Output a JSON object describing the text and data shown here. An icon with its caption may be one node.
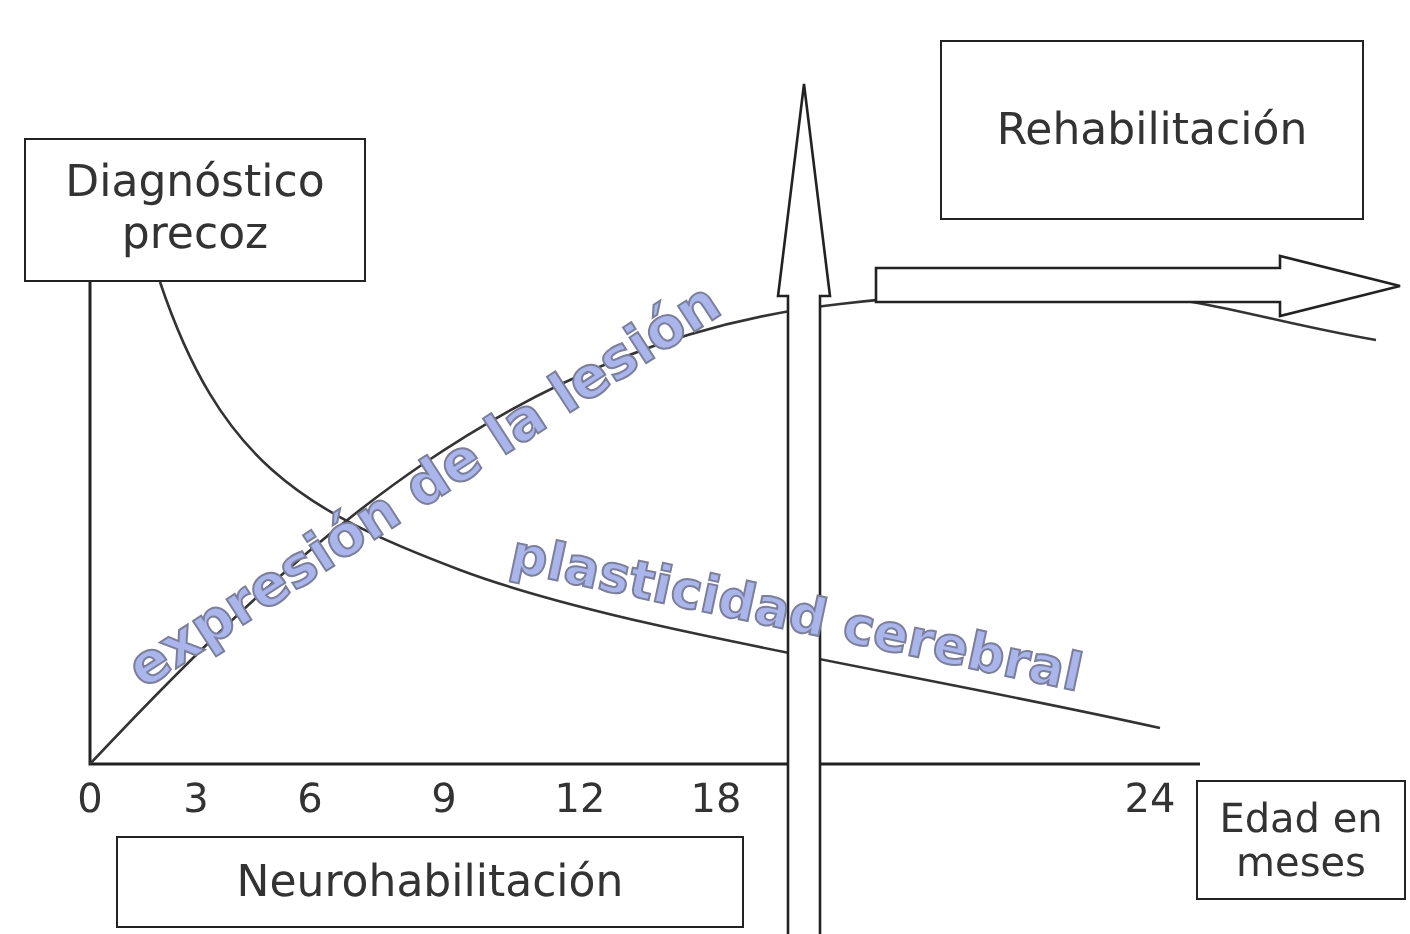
{
  "diagram": {
    "nodes": [
      {
        "text": [
          "Diagnóstico precoz"
        ]
      },
      {
        "text": [
          "Rehabilitación"
        ]
      },
      {
        "text": [
          "Neurohabilitación"
        ]
      },
      {
        "text": [
          "Edad en meses"
        ]
      }
    ],
    "labels": [
      "expresión de la lesión",
      "plasticidad cerebral",
      "0",
      "3",
      "6",
      "9",
      "12",
      "18",
      "24"
    ]
  }
}
